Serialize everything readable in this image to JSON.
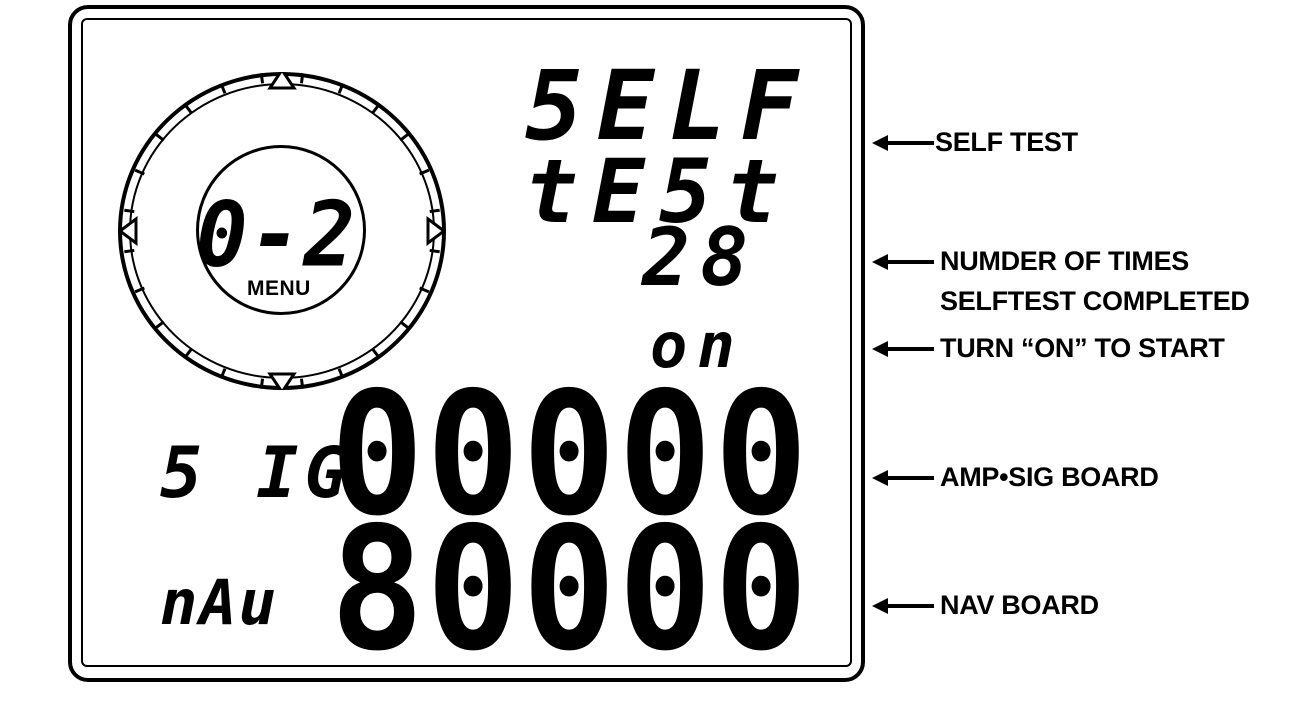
{
  "menu_display": {
    "readout": "0-2",
    "label": "MENU"
  },
  "display": {
    "line1": "5ELF",
    "line2": "tE5t",
    "count": "28",
    "state": "on",
    "sig_label": "5 IG",
    "sig_value": "00000",
    "nav_label": "nAu",
    "nav_value": "80000"
  },
  "callouts": {
    "self_test": "SELF TEST",
    "count_line1": "NUMDER OF TIMES",
    "count_line2": "SELFTEST COMPLETED",
    "turn_on": "TURN “ON” TO START",
    "amp_sig": "AMP•SIG BOARD",
    "nav": "NAV BOARD"
  }
}
